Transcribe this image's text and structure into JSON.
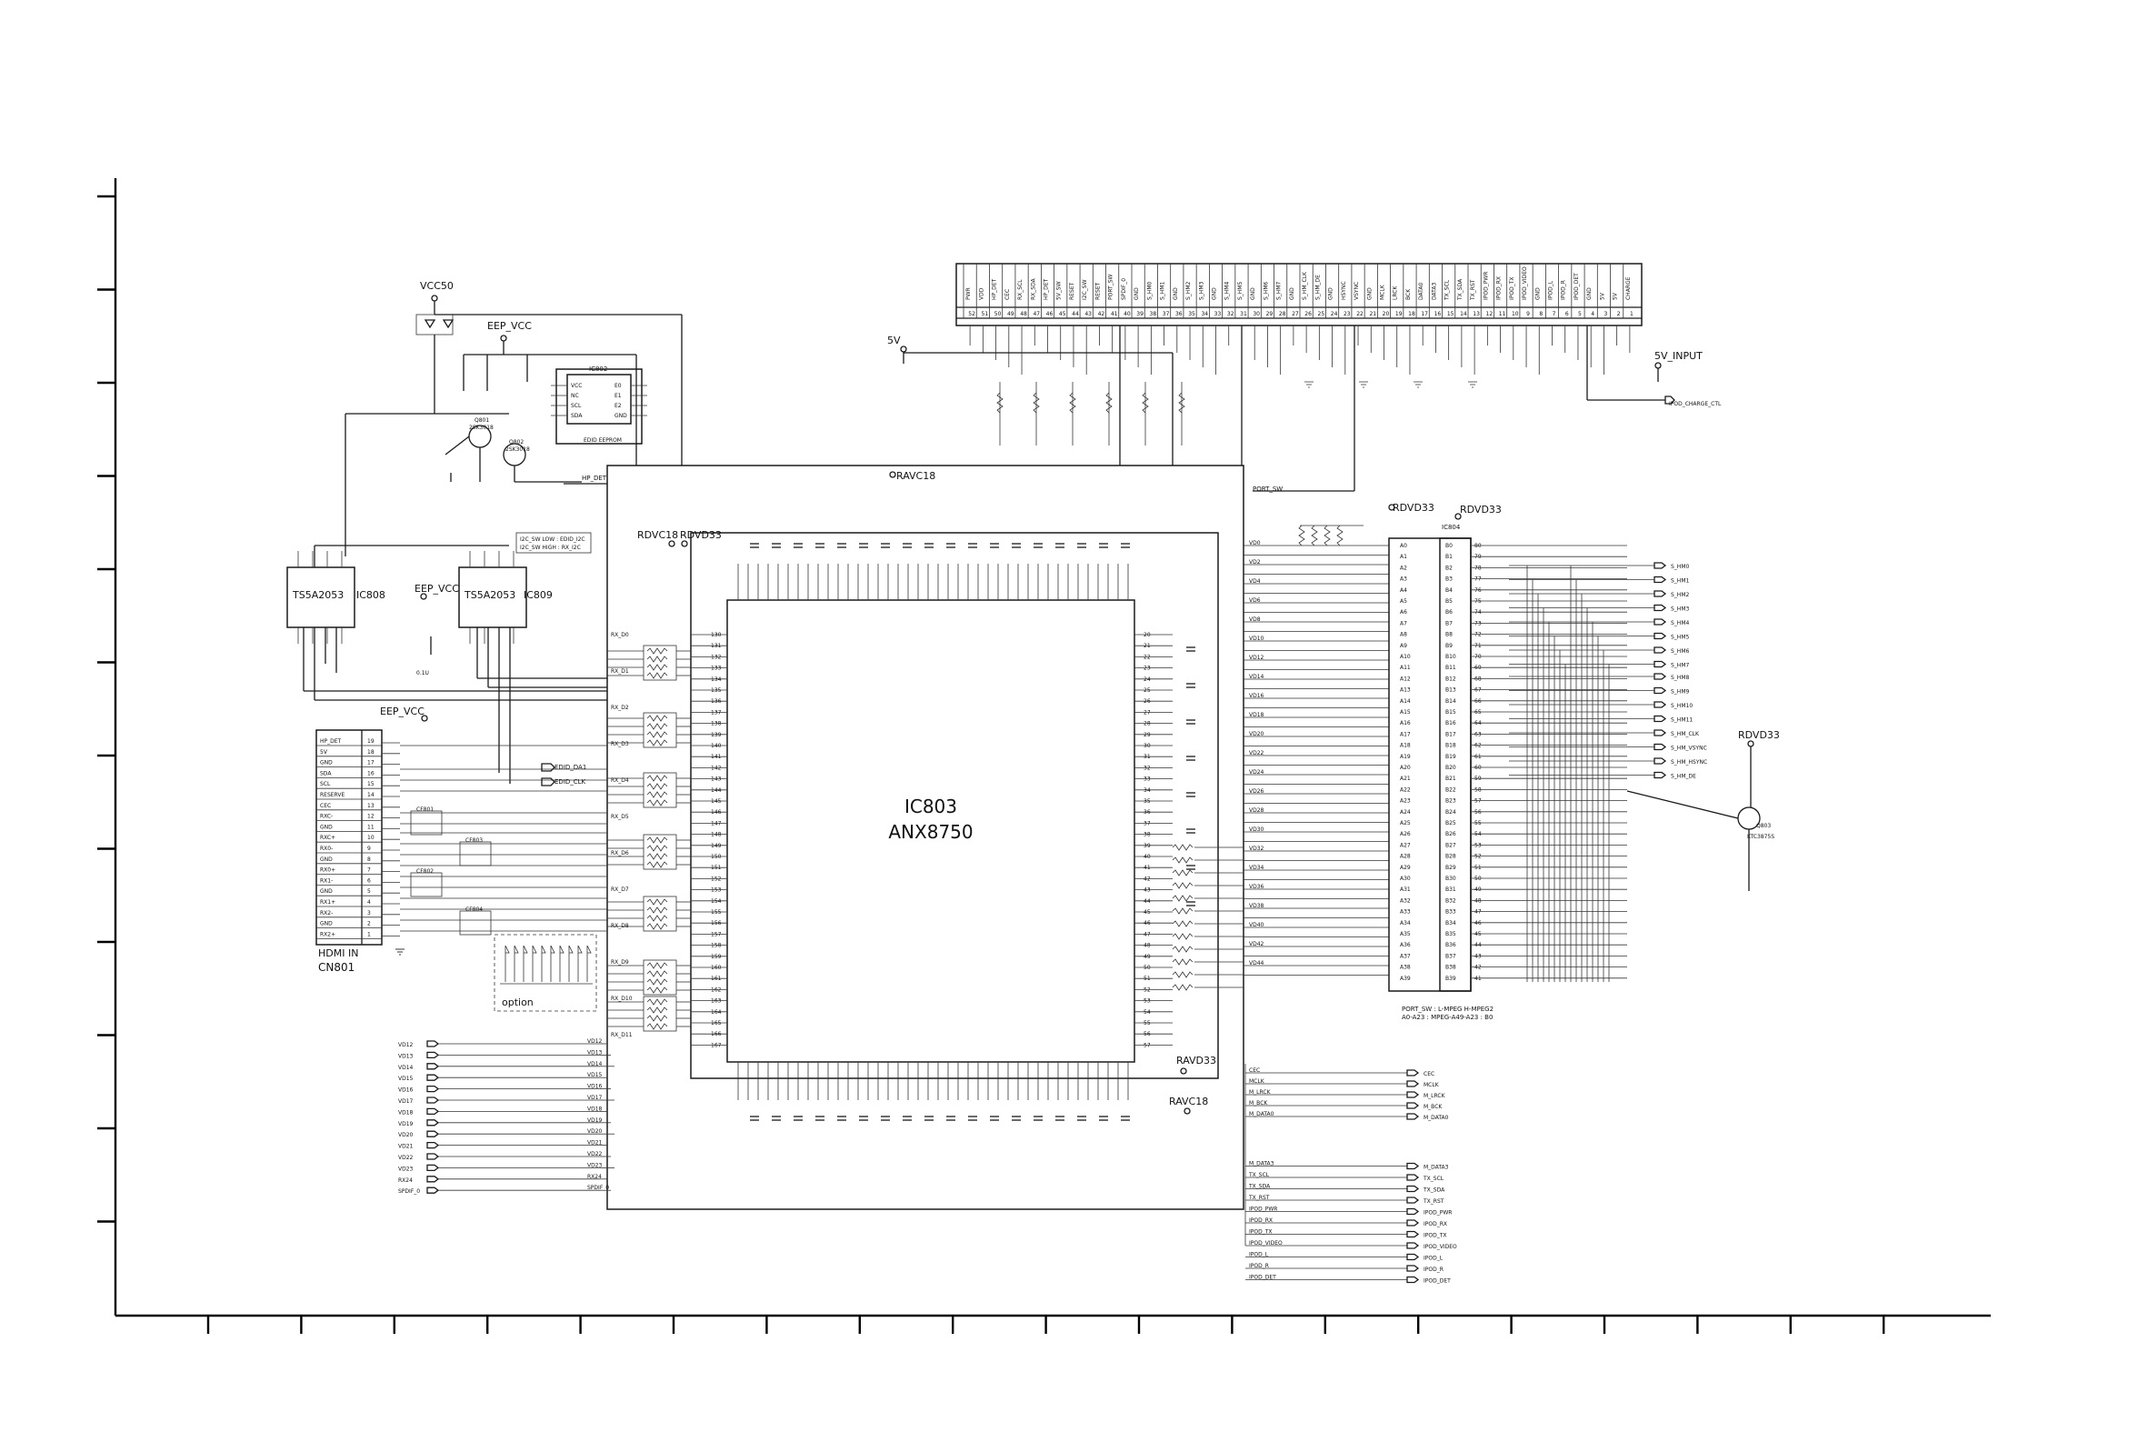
{
  "main_ic": {
    "ref": "IC803",
    "part": "ANX8750"
  },
  "switches": [
    {
      "part": "TS5A2053",
      "ref": "IC808"
    },
    {
      "part": "TS5A2053",
      "ref": "IC809"
    }
  ],
  "eeprom": {
    "ref": "IC802",
    "part": "EDID EEPROM",
    "pins_left": [
      "VCC",
      "NC",
      "SCL",
      "SDA"
    ],
    "pins_right": [
      "E0",
      "E1",
      "E2",
      "GND"
    ]
  },
  "mux": {
    "ref": "IC804"
  },
  "power_labels": {
    "vcc50": "VCC50",
    "eep_vcc_top": "EEP_VCC",
    "eep_vcc_mid": "EEP_VCC",
    "eep_vcc_cn": "EEP_VCC",
    "rdvc18_top": "RAVC18",
    "rdvc18": "RDVC18",
    "rdvd33_left": "RDVD33",
    "rdvd33_mux_a": "RDVD33",
    "rdvd33_mux_b": "RDVD33",
    "rdvd33_right": "RDVD33",
    "ravd33": "RAVD33",
    "ravc18": "RAVC18",
    "v5": "5V",
    "v5_input": "5V_INPUT"
  },
  "connector": {
    "ref": "CN801",
    "name": "HDMI IN",
    "signals": [
      "HP_DET",
      "5V",
      "GND",
      "SDA",
      "SCL",
      "RESERVE",
      "CEC",
      "RXC-",
      "GND",
      "RXC+",
      "RX0-",
      "GND",
      "RX0+",
      "RX1-",
      "GND",
      "RX1+",
      "RX2-",
      "GND",
      "RX2+"
    ],
    "pins": [
      "19",
      "18",
      "17",
      "16",
      "15",
      "14",
      "13",
      "12",
      "11",
      "10",
      "9",
      "8",
      "7",
      "6",
      "5",
      "4",
      "3",
      "2",
      "1"
    ]
  },
  "option_label": "option",
  "notes": {
    "i2c_low": "I2C_SW LOW : EDID_I2C",
    "i2c_high": "I2C_SW HIGH : RX_I2C",
    "port_sw": "PORT_SW : L-MPEG H-MPEG2",
    "port_sw2": "A0-A23 : MPEG-A49-A23 : B0"
  },
  "transistors": [
    {
      "ref": "Q801",
      "part": "2SK3018"
    },
    {
      "ref": "Q802",
      "part": "2SK3018"
    },
    {
      "ref": "Q803",
      "part": "KTC3875S"
    }
  ],
  "top_connector_pins": [
    "PWR",
    "VDD",
    "HP_DET",
    "CEC",
    "RX_SCL",
    "RX_SDA",
    "HP_DET",
    "5V_SW",
    "RESET",
    "I2C_SW",
    "RESET",
    "PORT_SW",
    "SPDIF_0",
    "GND",
    "S_HM0",
    "S_HM1",
    "GND",
    "S_HM2",
    "S_HM3",
    "GND",
    "S_HM4",
    "S_HM5",
    "GND",
    "S_HM6",
    "S_HM7",
    "GND",
    "S_HM_CLK",
    "S_HM_DE",
    "GND",
    "HSYNC",
    "VSYNC",
    "GND",
    "MCLK",
    "LRCK",
    "BCK",
    "DATA0",
    "DATA3",
    "TX_SCL",
    "TX_SDA",
    "TX_RST",
    "IPOD_PWR",
    "IPOD_RX",
    "IPOD_TX",
    "IPOD_VIDEO",
    "GND",
    "IPOD_L",
    "IPOD_R",
    "IPOD_DET",
    "GND",
    "5V",
    "5V",
    "CHARGE"
  ],
  "left_video_nets": [
    "VD12",
    "VD13",
    "VD14",
    "VD15",
    "VD16",
    "VD17",
    "VD18",
    "VD19",
    "VD20",
    "VD21",
    "VD22",
    "VD23",
    "RX24",
    "SPDIF_0"
  ],
  "right_outputs_a": [
    "S_HM0",
    "S_HM1",
    "S_HM2",
    "S_HM3",
    "S_HM4",
    "S_HM5",
    "S_HM6",
    "S_HM7"
  ],
  "right_outputs_b": [
    "S_HM8",
    "S_HM9",
    "S_HM10",
    "S_HM11",
    "S_HM_CLK",
    "S_HM_VSYNC",
    "S_HM_HSYNC",
    "S_HM_DE"
  ],
  "bottom_right_nets": [
    "CEC",
    "MCLK",
    "M_LRCK",
    "M_BCK",
    "M_DATA0",
    "M_DATA3",
    "TX_SCL",
    "TX_SDA",
    "TX_RST",
    "IPOD_PWR",
    "IPOD_RX",
    "IPOD_TX",
    "IPOD_VIDEO",
    "IPOD_L",
    "IPOD_R",
    "IPOD_DET"
  ],
  "misc_labels": {
    "ipod_charge": "IPOD_CHARGE_CTL",
    "edid_ddc1": "EDID_DA1",
    "edid_ddc2": "EDID_CLK",
    "hp_det": "HP_DET",
    "port_sw_net": "PORT_SW"
  },
  "colors": {
    "ink": "#1a1a1a",
    "paper": "#ffffff"
  }
}
